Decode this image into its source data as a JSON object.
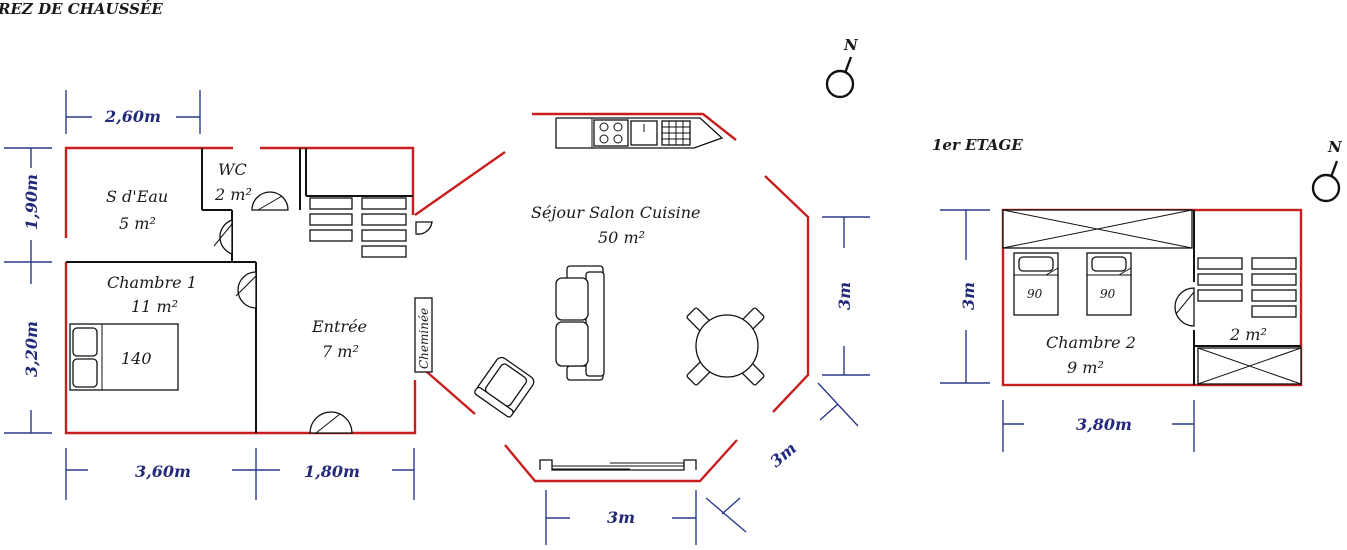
{
  "ground_floor": {
    "title": "REZ DE CHAUSSÉE",
    "rooms": {
      "bathroom": {
        "name": "S d'Eau",
        "area": "5 m²"
      },
      "wc": {
        "name": "WC",
        "area": "2 m²"
      },
      "bedroom1": {
        "name": "Chambre 1",
        "area": "11 m²",
        "bed": "140"
      },
      "entrance": {
        "name": "Entrée",
        "area": "7 m²",
        "fireplace": "Cheminée"
      },
      "living": {
        "name": "Séjour Salon Cuisine",
        "area": "50 m²"
      }
    },
    "dimensions": {
      "top_width": "2,60m",
      "left_top": "1,90m",
      "left_bottom": "3,20m",
      "bottom_left": "3,60m",
      "bottom_right": "1,80m",
      "living_right": "3m",
      "living_bottom": "3m",
      "living_diagonal": "3m"
    },
    "north": "N"
  },
  "first_floor": {
    "title": "1er ETAGE",
    "rooms": {
      "bedroom2": {
        "name": "Chambre 2",
        "area": "9 m²",
        "bed_a": "90",
        "bed_b": "90"
      },
      "closet": {
        "area": "2 m²"
      }
    },
    "dimensions": {
      "height": "3m",
      "width": "3,80m"
    },
    "north": "N"
  },
  "colors": {
    "exterior_wall": "#c81e1e",
    "dimension_text": "#242a7a",
    "dimension_line": "#2b3a8a",
    "interior_wall": "#111111"
  }
}
